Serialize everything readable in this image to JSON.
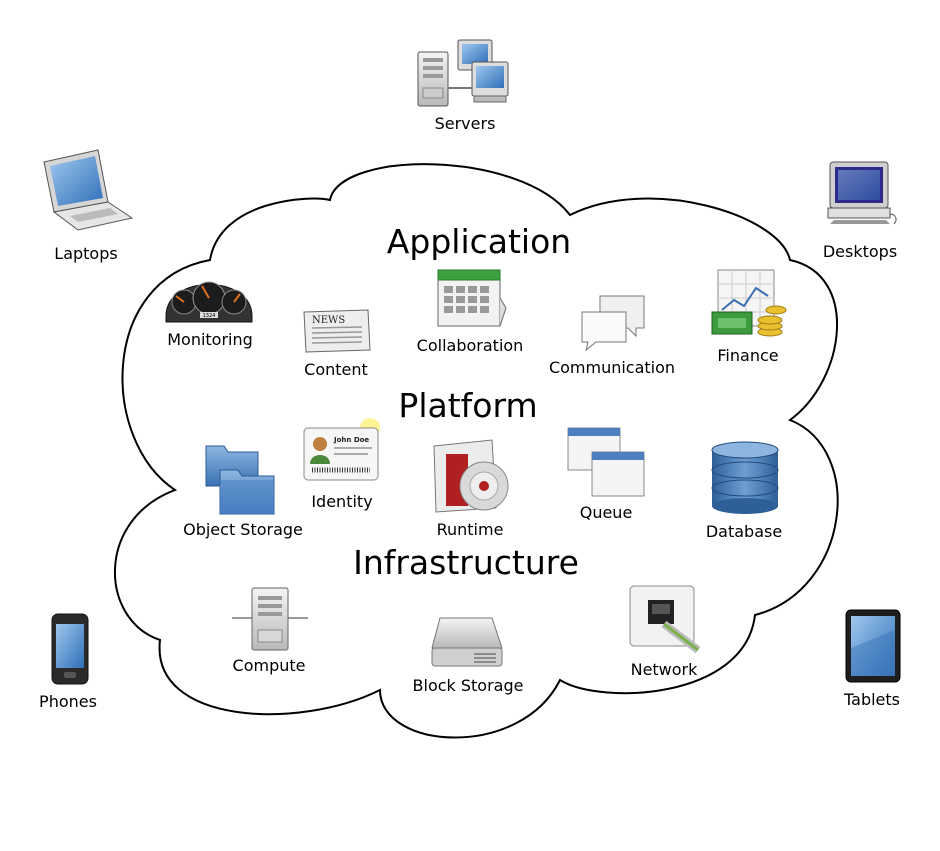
{
  "layers": {
    "application": "Application",
    "platform": "Platform",
    "infrastructure": "Infrastructure"
  },
  "devices": {
    "servers": "Servers",
    "laptops": "Laptops",
    "desktops": "Desktops",
    "phones": "Phones",
    "tablets": "Tablets"
  },
  "application_items": {
    "monitoring": "Monitoring",
    "content": "Content",
    "collaboration": "Collaboration",
    "communication": "Communication",
    "finance": "Finance"
  },
  "platform_items": {
    "identity": "Identity",
    "identity_card_name": "John Doe",
    "object_storage": "Object Storage",
    "runtime": "Runtime",
    "queue": "Queue",
    "database": "Database"
  },
  "infrastructure_items": {
    "compute": "Compute",
    "block_storage": "Block Storage",
    "network": "Network"
  },
  "content_icon_text": "NEWS",
  "gauge_text": "1324"
}
